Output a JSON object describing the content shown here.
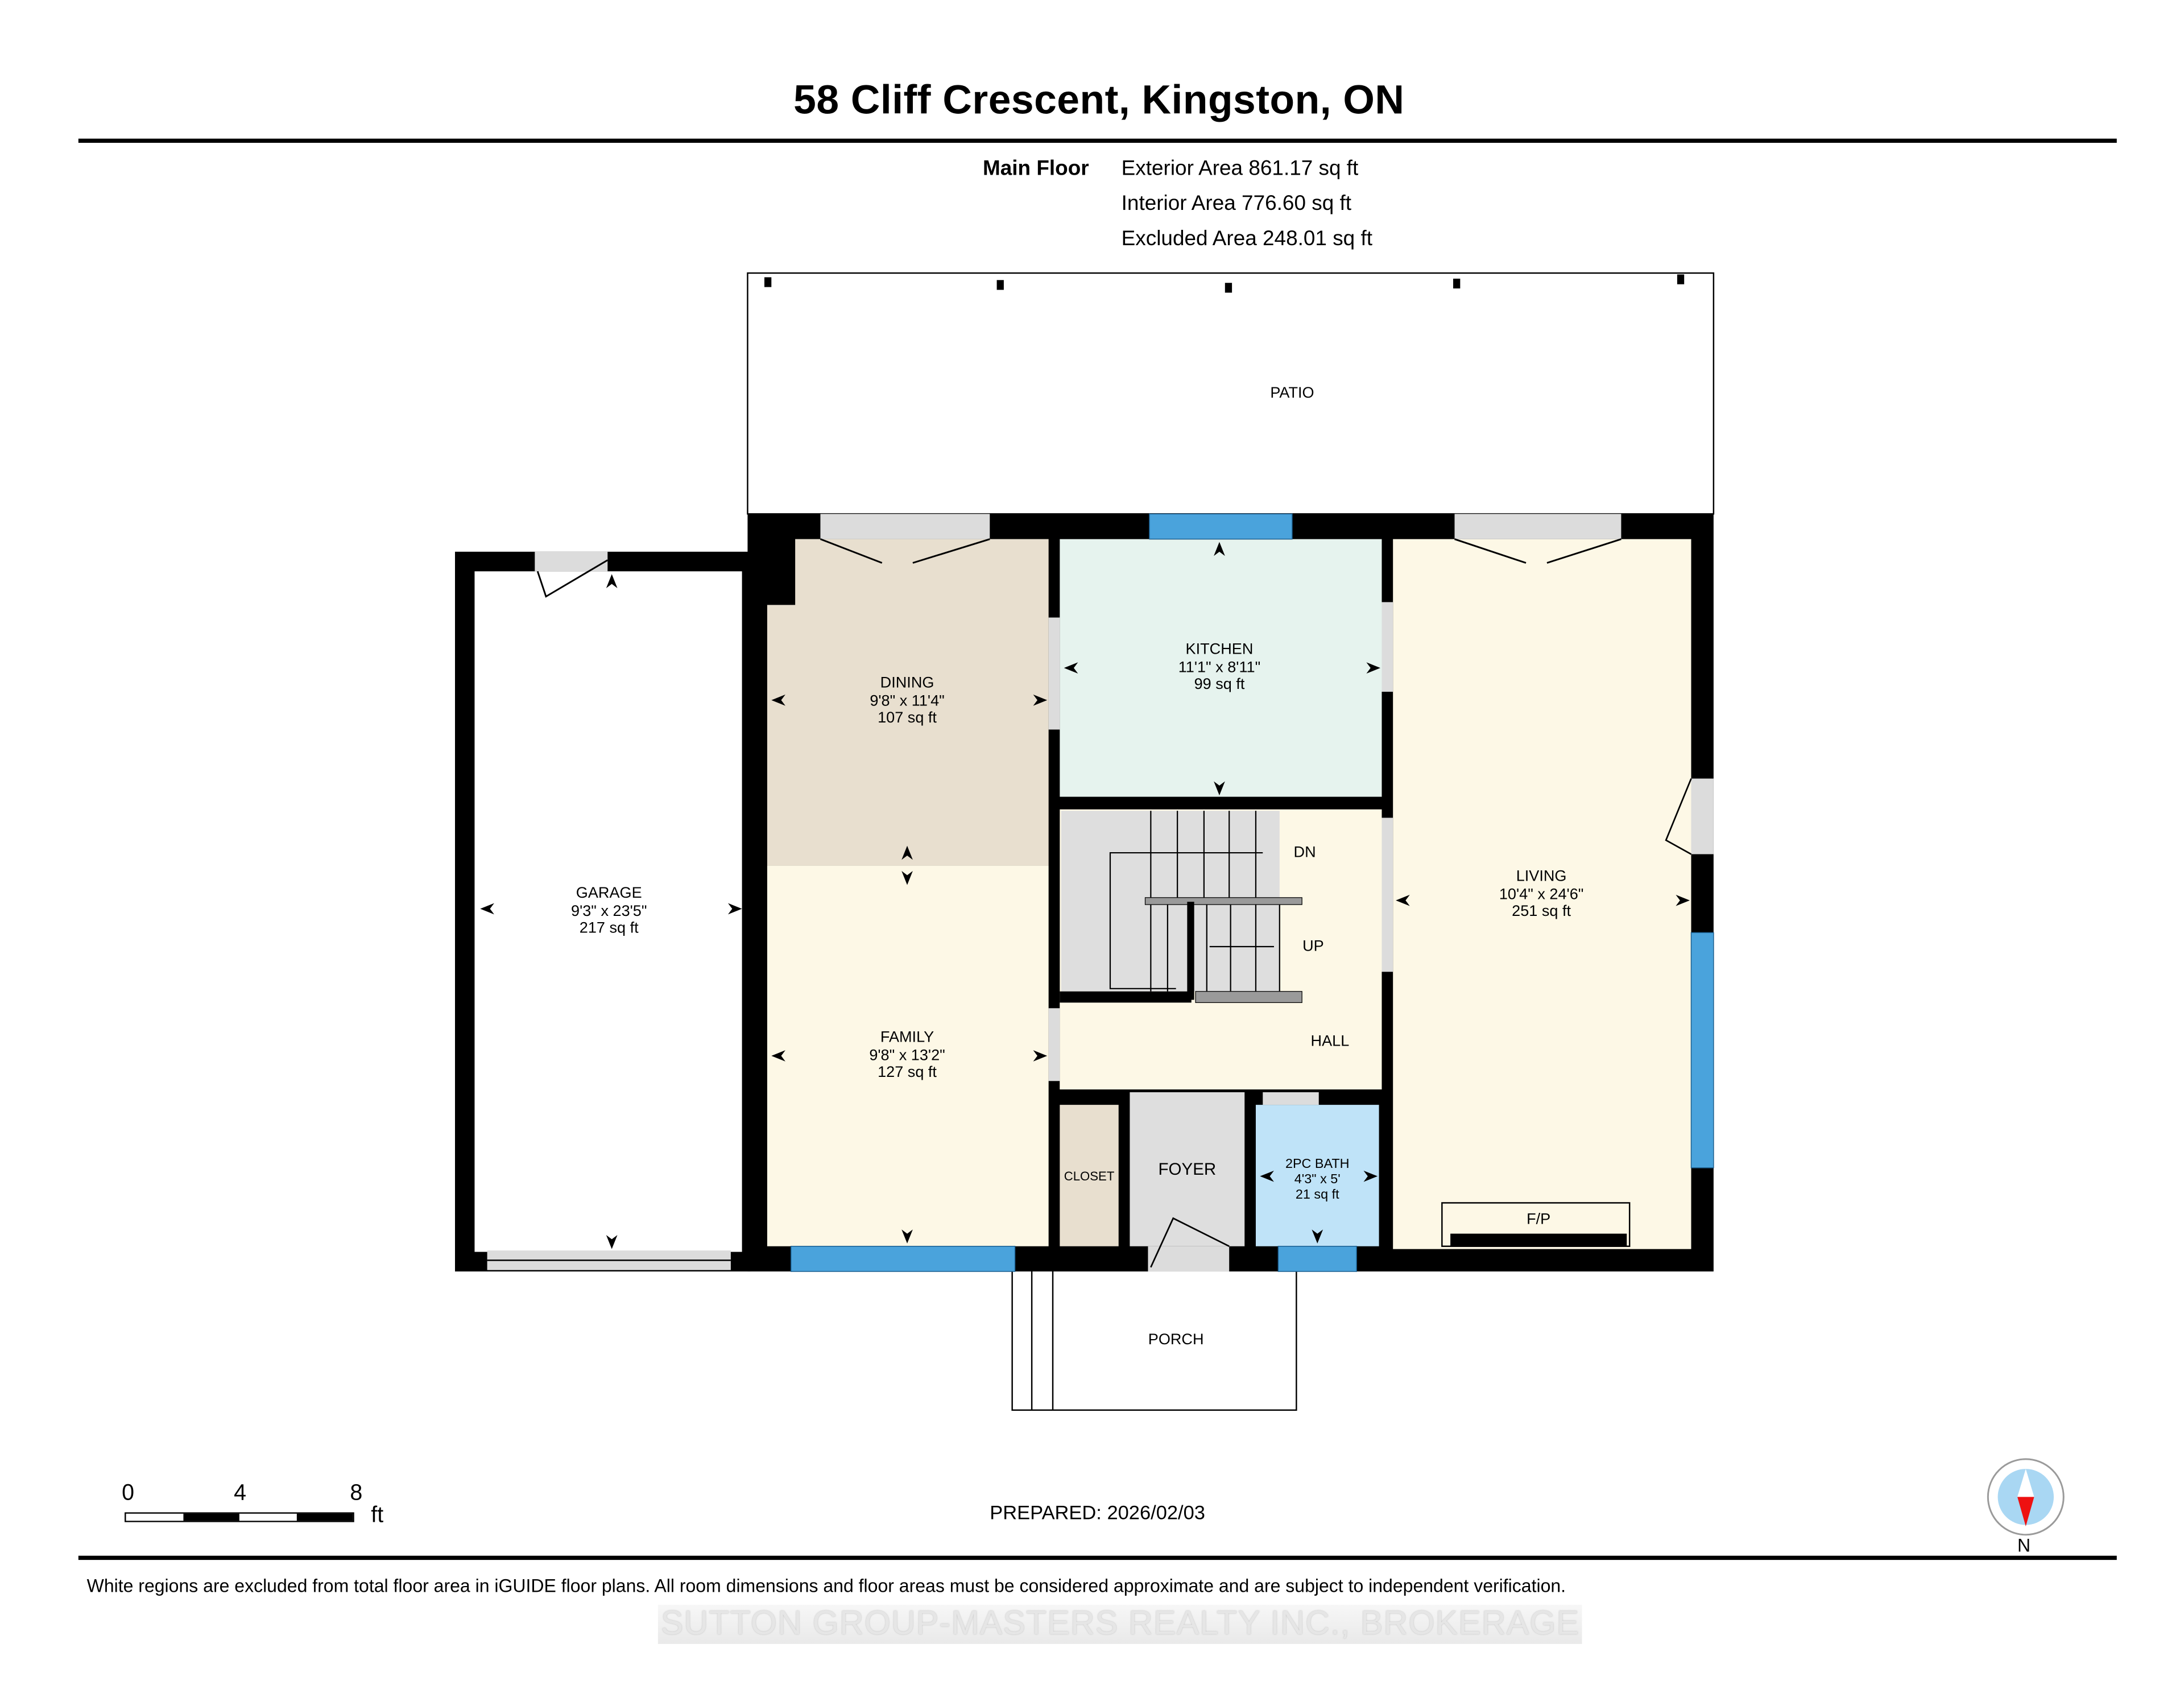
{
  "header": {
    "title": "58 Cliff Crescent, Kingston, ON",
    "floor_name": "Main Floor",
    "areas": [
      "Exterior Area 861.17 sq ft",
      "Interior Area 776.60 sq ft",
      "Excluded Area 248.01 sq ft"
    ]
  },
  "rooms": {
    "patio": {
      "name": "PATIO"
    },
    "dining": {
      "name": "DINING",
      "dims": "9'8\" x 11'4\"",
      "area": "107 sq ft"
    },
    "kitchen": {
      "name": "KITCHEN",
      "dims": "11'1\" x 8'11\"",
      "area": "99 sq ft"
    },
    "living": {
      "name": "LIVING",
      "dims": "10'4\" x 24'6\"",
      "area": "251 sq ft"
    },
    "garage": {
      "name": "GARAGE",
      "dims": "9'3\" x 23'5\"",
      "area": "217 sq ft"
    },
    "family": {
      "name": "FAMILY",
      "dims": "9'8\" x 13'2\"",
      "area": "127 sq ft"
    },
    "hall": {
      "name": "HALL"
    },
    "closet": {
      "name": "CLOSET"
    },
    "foyer": {
      "name": "FOYER"
    },
    "bath": {
      "name": "2PC BATH",
      "dims": "4'3\" x 5'",
      "area": "21 sq ft"
    },
    "porch": {
      "name": "PORCH"
    },
    "fireplace": {
      "name": "F/P"
    },
    "stairs": {
      "down_label": "DN",
      "up_label": "UP"
    }
  },
  "colors": {
    "wall": "#000000",
    "dining": "#e8dfcf",
    "kitchen": "#e6f3ee",
    "living": "#fdf8e6",
    "family": "#fdf8e6",
    "hall": "#fdf8e6",
    "closet": "#e8dfcf",
    "foyer": "#dedede",
    "bath": "#bfe3f8",
    "stairs": "#dedede",
    "window": "#4aa3dc",
    "door_opening": "#dcdcdc",
    "compass_fill": "#a9d7f3",
    "compass_needle": "#ee1111"
  },
  "scale": {
    "ticks": [
      "0",
      "4",
      "8"
    ],
    "unit": "ft"
  },
  "compass": {
    "label": "N"
  },
  "footer": {
    "prepared": "PREPARED: 2026/02/03",
    "disclaimer": "White regions are excluded from total floor area in iGUIDE floor plans. All room dimensions and floor areas must be considered approximate and are subject to independent verification.",
    "watermark": "SUTTON GROUP-MASTERS REALTY INC., BROKERAGE"
  }
}
